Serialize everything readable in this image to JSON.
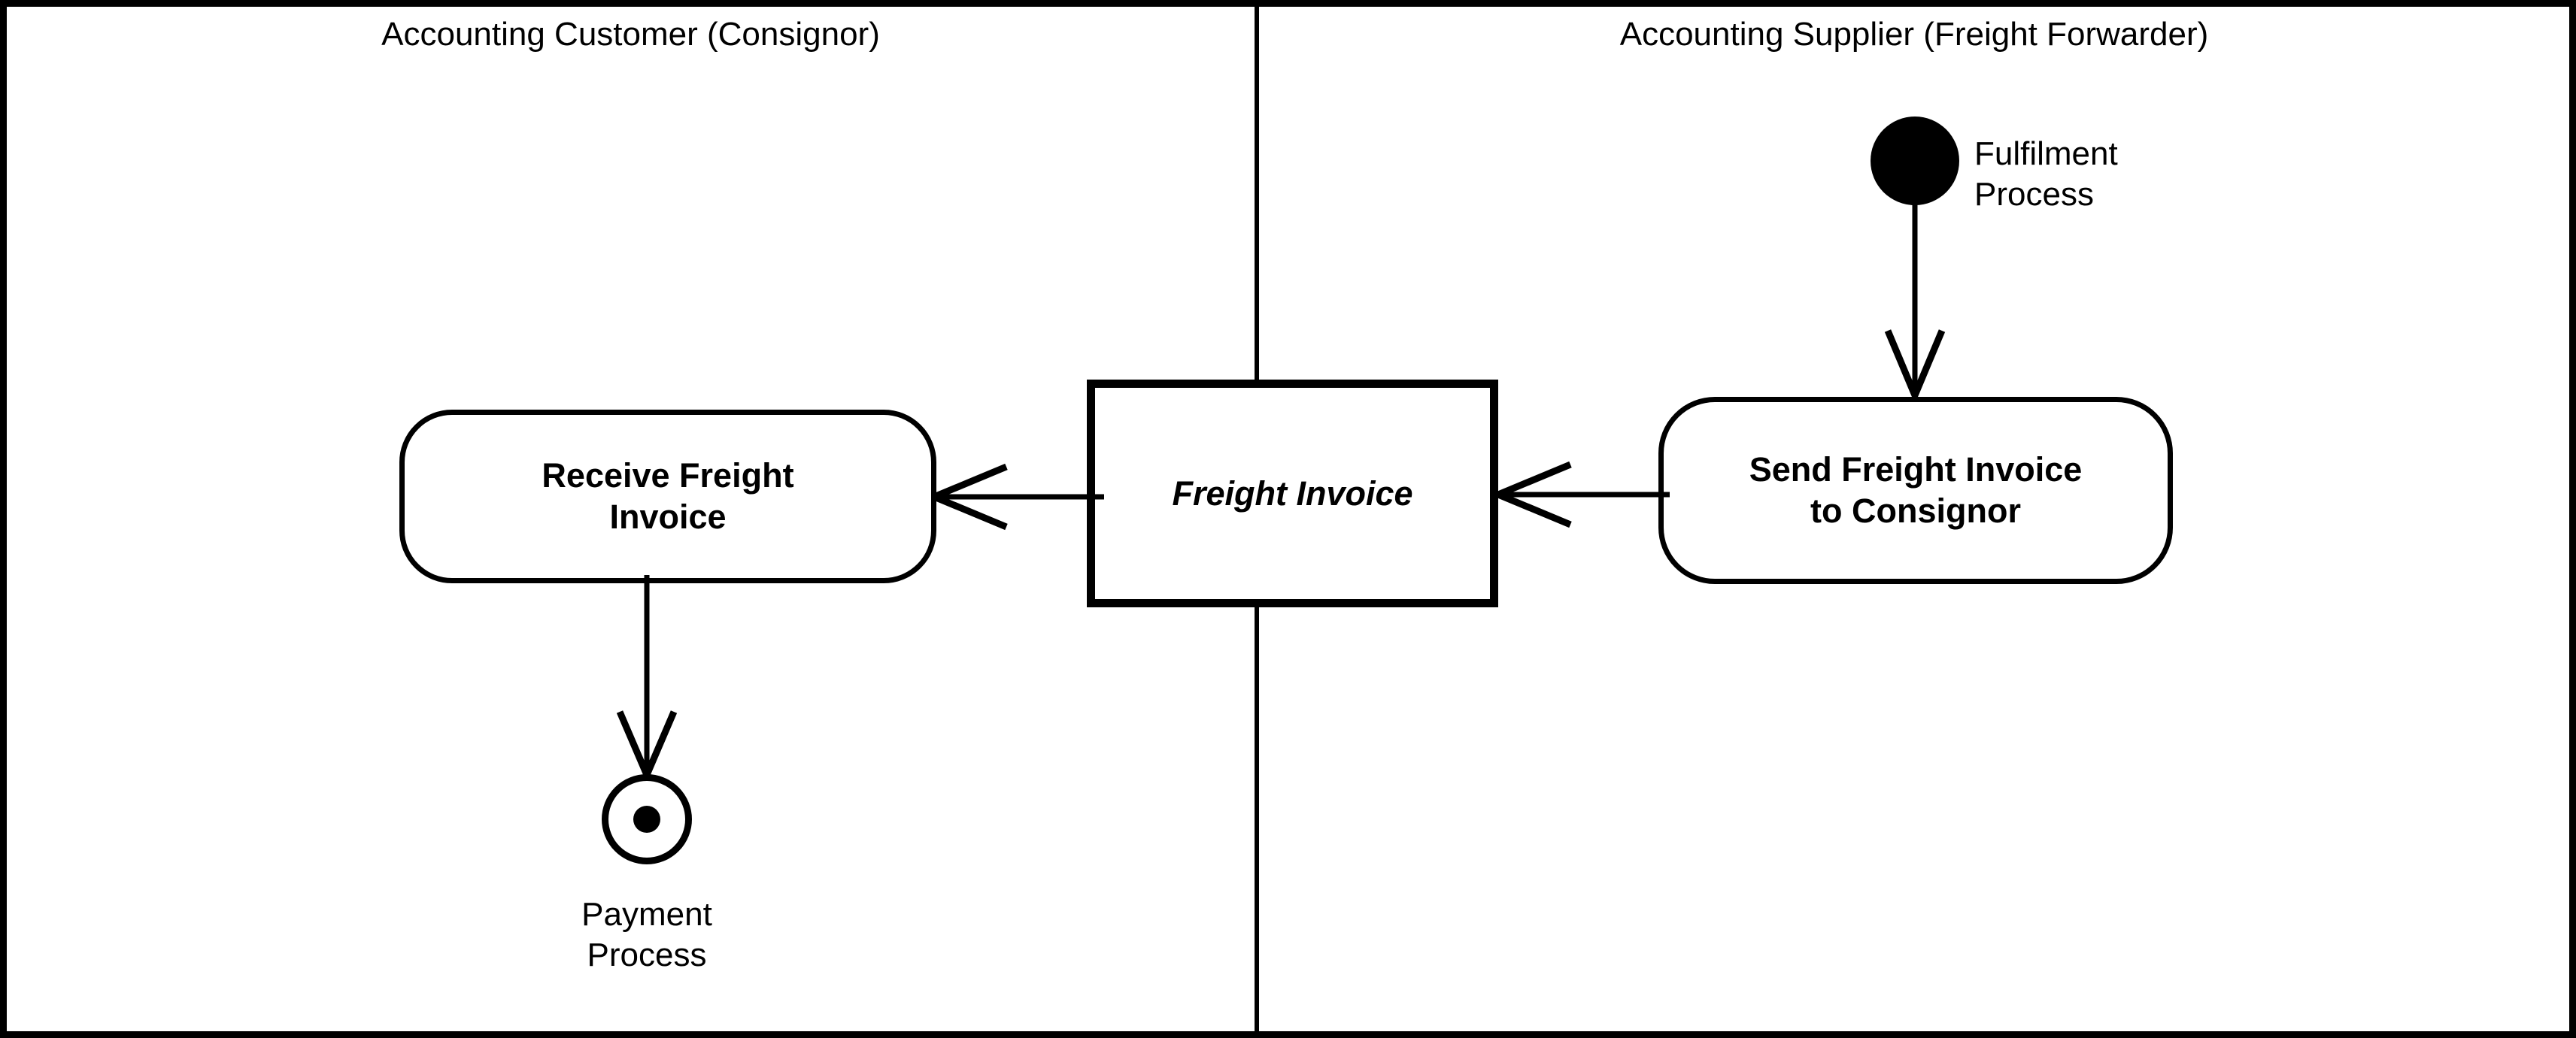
{
  "diagram": {
    "type": "uml-activity-diagram",
    "notation": "UML activity diagram with two partitions (swimlanes)",
    "lanes": [
      {
        "id": "customer",
        "title": "Accounting Customer (Consignor)"
      },
      {
        "id": "supplier",
        "title": "Accounting Supplier (Freight Forwarder)"
      }
    ],
    "nodes": {
      "initial": {
        "kind": "initial-node",
        "lane": "supplier",
        "label": "Fulfilment\nProcess",
        "label_line1": "Fulfilment",
        "label_line2": "Process"
      },
      "send_invoice": {
        "kind": "action",
        "lane": "supplier",
        "label": "Send Freight Invoice\nto Consignor",
        "label_line1": "Send Freight Invoice",
        "label_line2": "to Consignor"
      },
      "freight_invoice": {
        "kind": "object-node",
        "lane": "boundary",
        "label": "Freight Invoice"
      },
      "receive_invoice": {
        "kind": "action",
        "lane": "customer",
        "label": "Receive Freight\nInvoice",
        "label_line1": "Receive Freight",
        "label_line2": "Invoice"
      },
      "final": {
        "kind": "activity-final-node",
        "lane": "customer",
        "label": "Payment\nProcess",
        "label_line1": "Payment",
        "label_line2": "Process"
      }
    },
    "edges": [
      {
        "from": "initial",
        "to": "send_invoice",
        "direction": "down",
        "label": ""
      },
      {
        "from": "send_invoice",
        "to": "freight_invoice",
        "direction": "left",
        "label": ""
      },
      {
        "from": "freight_invoice",
        "to": "receive_invoice",
        "direction": "left",
        "label": ""
      },
      {
        "from": "receive_invoice",
        "to": "final",
        "direction": "down",
        "label": ""
      }
    ],
    "colors": {
      "stroke": "#000000",
      "fill": "#ffffff",
      "text": "#000000"
    }
  }
}
